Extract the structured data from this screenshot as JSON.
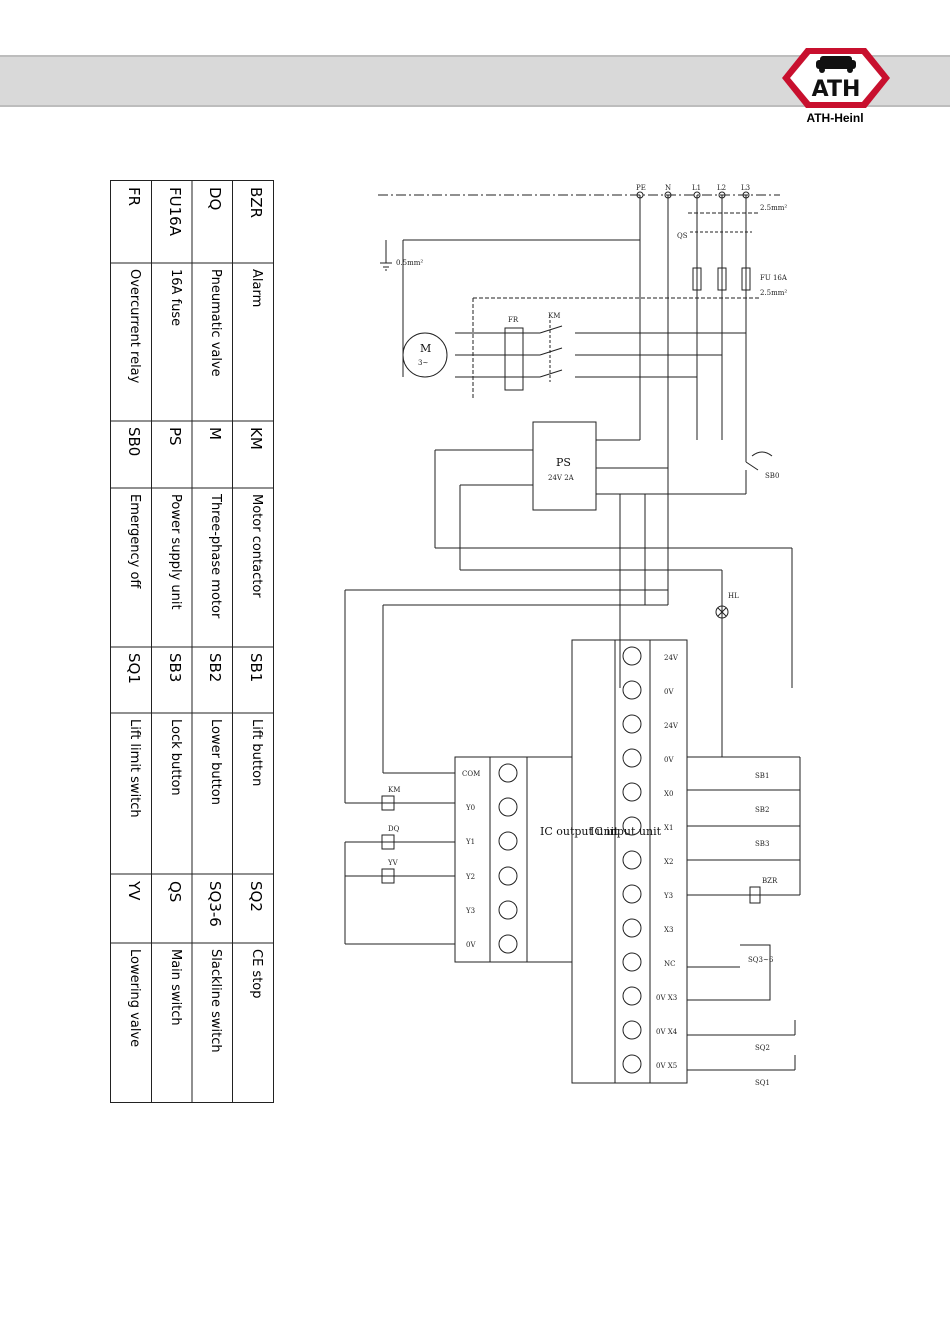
{
  "brand": {
    "name": "ATH-Heinl",
    "logo_text": "ATH"
  },
  "legend": [
    [
      {
        "sym": "BZR",
        "desc": "Alarm"
      },
      {
        "sym": "KM",
        "desc": "Motor contactor"
      },
      {
        "sym": "SB1",
        "desc": "Lift button"
      },
      {
        "sym": "SQ2",
        "desc": "CE stop"
      }
    ],
    [
      {
        "sym": "DQ",
        "desc": "Pneumatic valve"
      },
      {
        "sym": "M",
        "desc": "Three-phase motor"
      },
      {
        "sym": "SB2",
        "desc": "Lower button"
      },
      {
        "sym": "SQ3-6",
        "desc": "Slackline switch"
      }
    ],
    [
      {
        "sym": "FU16A",
        "desc": "16A fuse"
      },
      {
        "sym": "PS",
        "desc": "Power supply unit"
      },
      {
        "sym": "SB3",
        "desc": "Lock button"
      },
      {
        "sym": "QS",
        "desc": "Main switch"
      }
    ],
    [
      {
        "sym": "FR",
        "desc": "Overcurrent relay"
      },
      {
        "sym": "SB0",
        "desc": "Emergency off"
      },
      {
        "sym": "SQ1",
        "desc": "Lift limit switch"
      },
      {
        "sym": "YV",
        "desc": "Lowering valve"
      }
    ]
  ],
  "diagram": {
    "lines": [
      "PE",
      "N",
      "L1",
      "L2",
      "L3"
    ],
    "cable1": "2.5mm²",
    "cable2": "2.5mm²",
    "cable3": "0.5mm²",
    "qs": "QS",
    "fu": "FU 16A",
    "km": "KM",
    "fr": "FR",
    "motor": "M",
    "motor_sub": "3~",
    "ps_title": "PS",
    "ps_spec": "24V 2A",
    "sb0": "SB0",
    "hl": "HL",
    "input_unit": "IC input unit",
    "output_unit": "IC output unit",
    "input_terms": [
      "24V",
      "0V",
      "24V",
      "0V",
      "X0",
      "X1",
      "X2",
      "Y3",
      "X3",
      "NC",
      "0V X3",
      "0V X4",
      "0V X5"
    ],
    "output_terms": [
      "COM",
      "Y0",
      "Y1",
      "Y2",
      "Y3",
      "0V"
    ],
    "switches": [
      "SB1",
      "SB2",
      "SB3",
      "BZR",
      "SQ3~6",
      "SQ2",
      "SQ1"
    ],
    "coils": [
      "KM",
      "DQ",
      "YV"
    ]
  }
}
